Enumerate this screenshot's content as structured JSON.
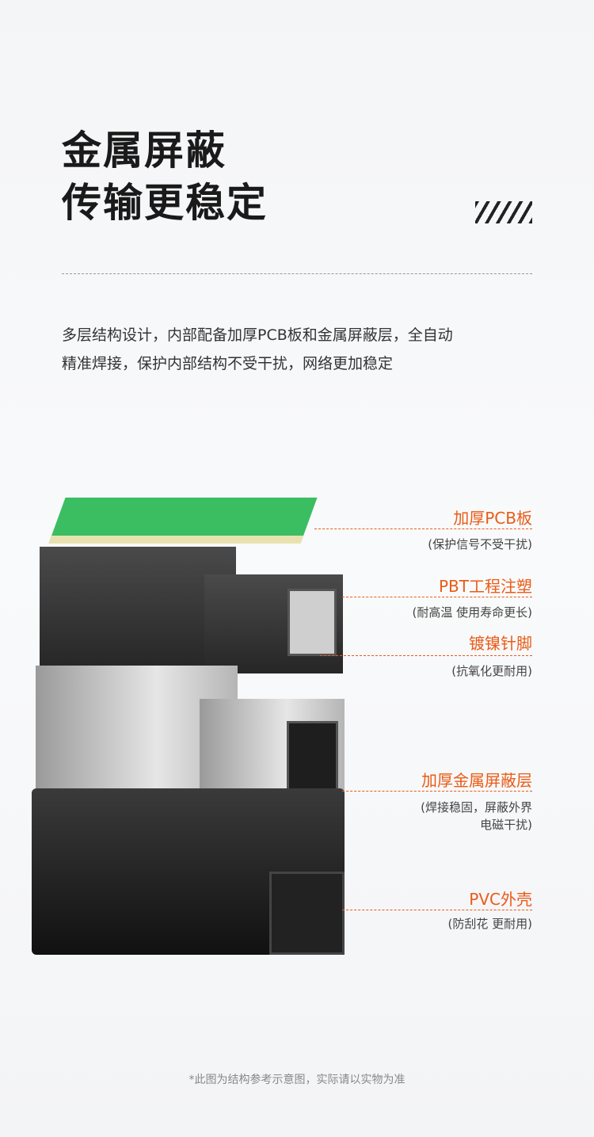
{
  "heading": {
    "line1": "金属屏蔽",
    "line2": "传输更稳定"
  },
  "description": {
    "line1": "多层结构设计，内部配备加厚PCB板和金属屏蔽层，全自动",
    "line2": "精准焊接，保护内部结构不受干扰，网络更加稳定"
  },
  "callouts": [
    {
      "title": "加厚PCB板",
      "detail": "(保护信号不受干扰)"
    },
    {
      "title": "PBT工程注塑",
      "detail": "(耐高温 使用寿命更长)"
    },
    {
      "title": "镀镍针脚",
      "detail": "(抗氧化更耐用)"
    },
    {
      "title": "加厚金属屏蔽层",
      "detail": "(焊接稳固，屏蔽外界",
      "detail2": "电磁干扰)"
    },
    {
      "title": "PVC外壳",
      "detail": "(防刮花 更耐用)"
    }
  ],
  "footnote": "*此图为结构参考示意图，实际请以实物为准",
  "colors": {
    "accent": "#ea5b17",
    "title": "#1a1a1a"
  }
}
